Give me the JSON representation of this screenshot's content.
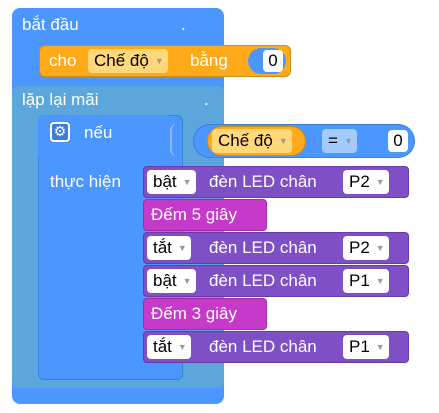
{
  "start_block": {
    "label": "bắt đầu",
    "dot": "."
  },
  "set_block": {
    "cho": "cho",
    "variable": "Chế độ",
    "bang": "bằng",
    "value": "0"
  },
  "forever_block": {
    "label": "lặp lại mãi",
    "dot": "."
  },
  "if_block": {
    "gear_icon": "gear-icon",
    "neu": "nếu",
    "then_label": "thực hiện",
    "condition": {
      "variable": "Chế độ",
      "operator": "=",
      "value": "0"
    }
  },
  "statements": [
    {
      "type": "led",
      "action": "bật",
      "text": "đèn LED chân",
      "pin": "P2"
    },
    {
      "type": "wait",
      "text": "Đếm 5 giây"
    },
    {
      "type": "led",
      "action": "tắt",
      "text": "đèn LED chân",
      "pin": "P2"
    },
    {
      "type": "led",
      "action": "bật",
      "text": "đèn LED chân",
      "pin": "P1"
    },
    {
      "type": "wait",
      "text": "Đếm 3 giây"
    },
    {
      "type": "led",
      "action": "tắt",
      "text": "đèn LED chân",
      "pin": "P1"
    }
  ],
  "colors": {
    "event": "#4c97ff",
    "loop": "#5ba6dd",
    "variable": "#ffab19",
    "led": "#7f4fc6",
    "wait": "#c53ac9"
  }
}
